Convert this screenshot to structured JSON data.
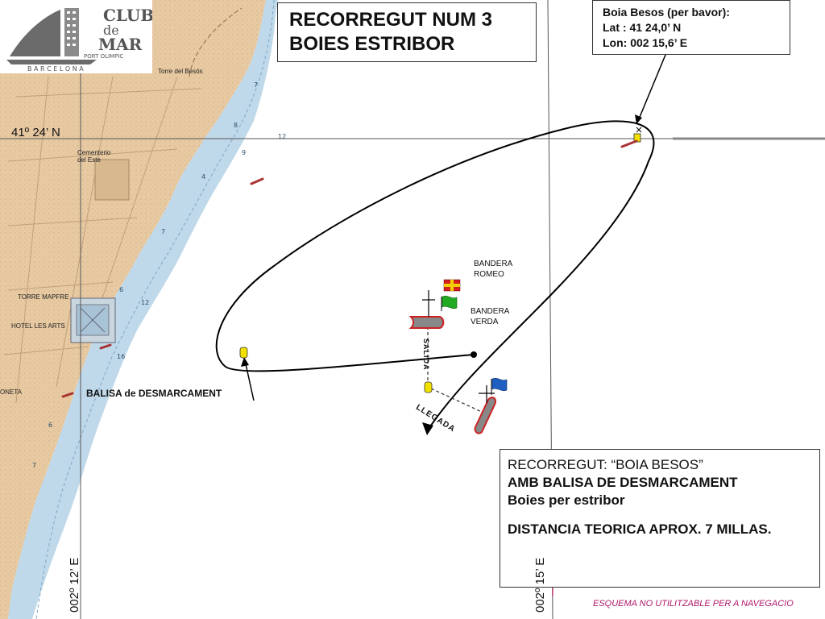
{
  "title": {
    "line1": "RECORREGUT NUM 3",
    "line2": "BOIES ESTRIBOR"
  },
  "buoy_info": {
    "name": "Boia Besos (per bavor):",
    "lat": "Lat : 41 24,0’ N",
    "lon": "Lon: 002 15,6’ E"
  },
  "logo": {
    "line1": "CLUB",
    "line2": "de",
    "line3": "MAR",
    "line4": "PORT OLIMPIC",
    "line5": "B A R C E L O N A"
  },
  "grid": {
    "lat_label": "41º 24’ N",
    "lon_label_a": "002º 12’ E",
    "lon_label_b": "002º 15’ E"
  },
  "flags": {
    "romeo": "BANDERA ROMEO",
    "green": "BANDERA VERDA"
  },
  "marks": {
    "offset_mark": "BALISA de DESMARCAMENT",
    "start": "SALIDA",
    "finish": "LLEGADA"
  },
  "route": {
    "line1": "RECORREGUT: “BOIA BESOS”",
    "line2": "AMB BALISA DE DESMARCAMENT",
    "line3": "Boies per estribor",
    "line4": "DISTANCIA TEORICA APROX. 7 MILLAS."
  },
  "place_names": {
    "tower": "Torre del Besós",
    "cemetery": "Cementerio del Este",
    "torre_mapfre": "TORRE MAPFRE",
    "hotel": "HOTEL LES ARTS",
    "zone": "ONETA"
  },
  "disclaimer": "ESQUEMA NO UTILITZABLE PER A  NAVEGACIO",
  "colors": {
    "land": "#e7c9a2",
    "sea_shallow": "#bfd9ea",
    "route_line": "#000000",
    "buoy_yellow": "#f2e000",
    "mark_red": "#cc2222",
    "flag_green": "#22aa22",
    "flag_blue": "#1f5fc2",
    "disclaimer": "#b0186a"
  }
}
